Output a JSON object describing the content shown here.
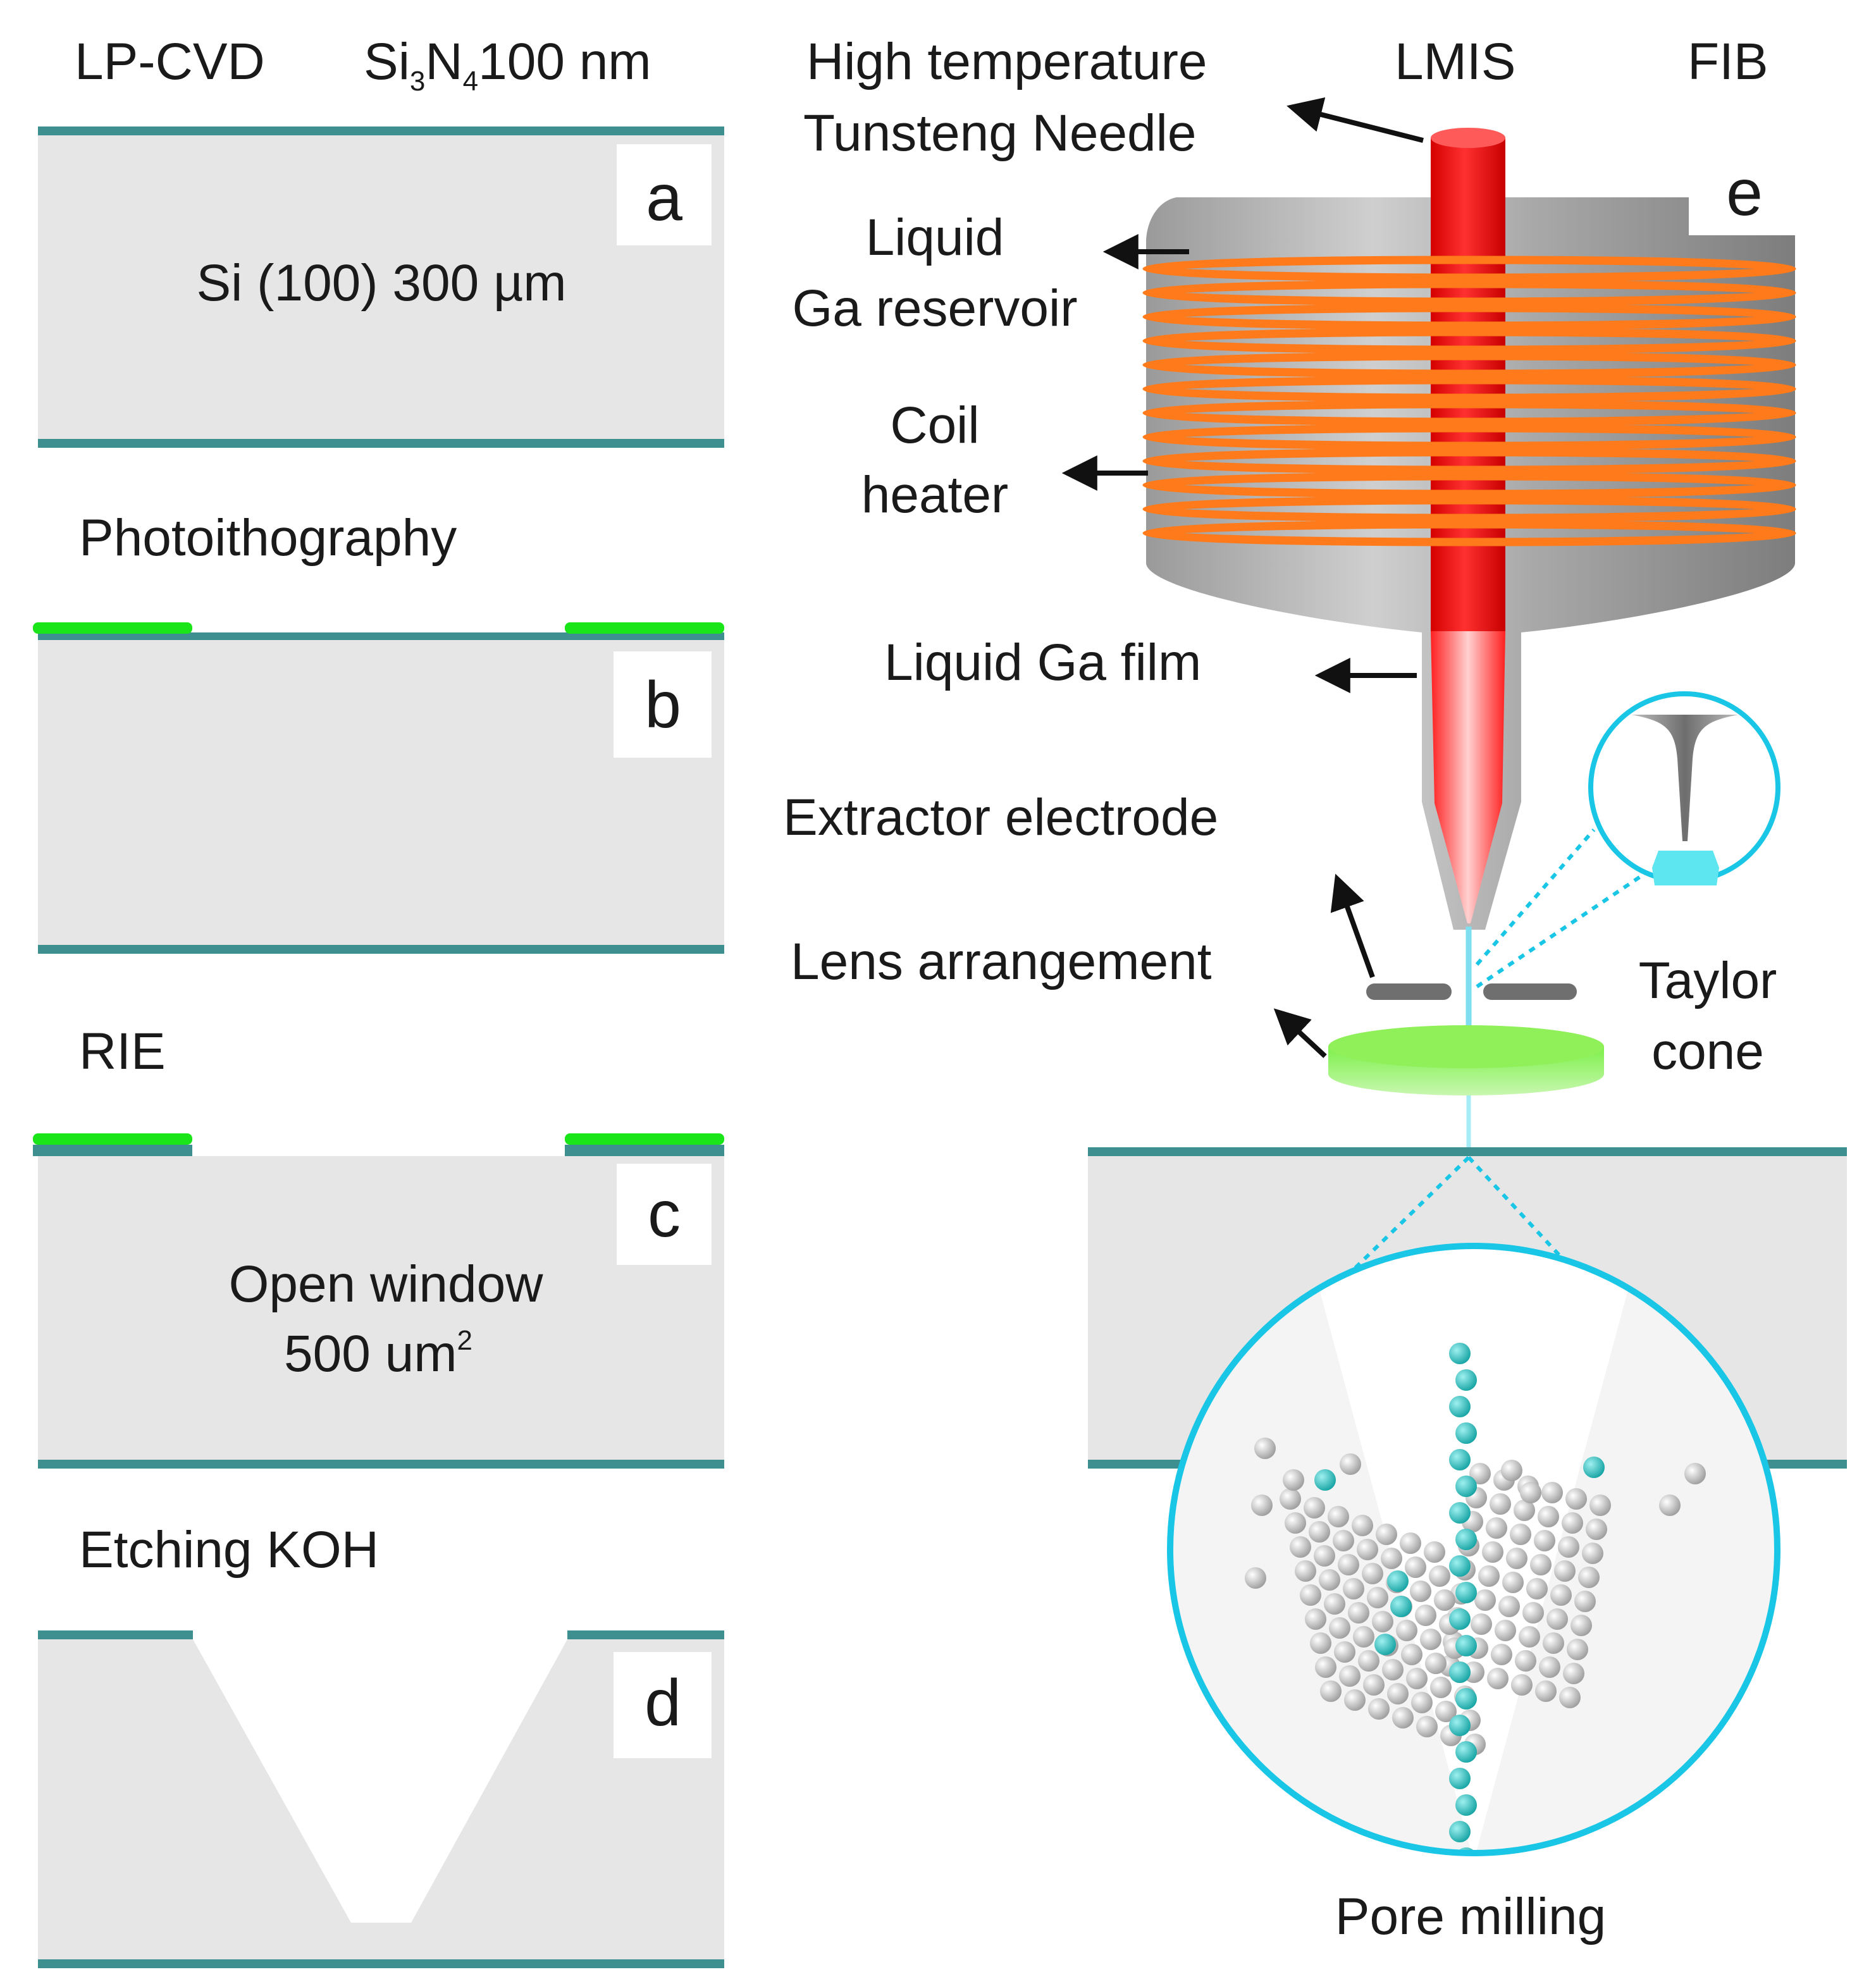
{
  "left_column": {
    "step_a": {
      "title_left": "LP-CVD",
      "title_right_prefix": "Si",
      "title_right_sub1": "3",
      "title_right_mid": "N",
      "title_right_sub2": "4",
      "title_right_suffix": "100 nm",
      "letter": "a",
      "body": "Si (100) 300 µm"
    },
    "step_b": {
      "title": "Photoithography",
      "letter": "b"
    },
    "step_c": {
      "title": "RIE",
      "letter": "c",
      "body_line1": "Open window",
      "body_line2": "500 um",
      "body_line2_sup": "2"
    },
    "step_d": {
      "title": "Etching KOH",
      "letter": "d"
    }
  },
  "right_column": {
    "header": {
      "left": "LMIS",
      "right": "FIB"
    },
    "letter": "e",
    "labels": {
      "needle_line1": "High temperature",
      "needle_line2": "Tunsteng Needle",
      "reservoir_line1": "Liquid",
      "reservoir_line2": "Ga reservoir",
      "coil_line1": "Coil",
      "coil_line2": "heater",
      "ga_film": "Liquid Ga film",
      "extractor": "Extractor electrode",
      "lens": "Lens arrangement",
      "taylor_line1": "Taylor",
      "taylor_line2": "cone",
      "pore_milling": "Pore milling"
    }
  },
  "colors": {
    "nitride": "#3e8f8f",
    "silicon": "#e6e6e6",
    "resist": "#19e519",
    "needle": "#ff1a1a",
    "coil": "#ff7a1a",
    "cyan": "#19c6e6",
    "teal_atom": "#21b8b8",
    "grey_atom": "#b8b8b8"
  }
}
